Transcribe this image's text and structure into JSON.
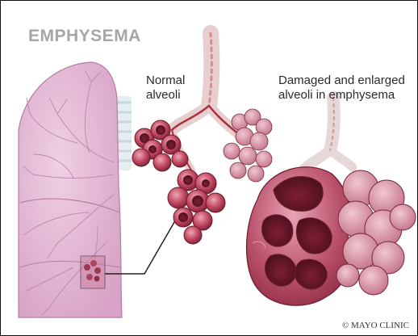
{
  "title": "EMPHYSEMA",
  "labels": {
    "normal_line1": "Normal",
    "normal_line2": "alveoli",
    "damaged_line1": "Damaged and enlarged",
    "damaged_line2": "alveoli in emphysema"
  },
  "credit": "© MAYO CLINIC",
  "colors": {
    "title": "#a6a6a6",
    "lung": "#e4b8d6",
    "lung_vessels": "#c98fb6",
    "alveoli_normal": "#b5384e",
    "alveoli_damaged": "#9c3048",
    "alveoli_outer": "#d99aae",
    "airway": "#e2c7c7"
  }
}
